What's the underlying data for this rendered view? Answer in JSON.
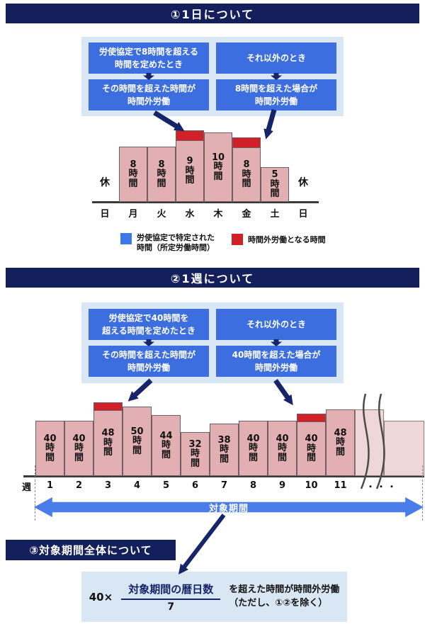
{
  "colors": {
    "header_navy": "#141f5c",
    "flow_box_blue": "#3d6edf",
    "flow_container_blue": "#d9e6f3",
    "bar_pink": "#e2b0b3",
    "bar_faded_pink": "#efd7d8",
    "overtime_red": "#cf2127",
    "range_arrow_blue": "#4a7de9",
    "arrow_navy": "#16246a",
    "legend_blue": "#3d78e8"
  },
  "sections": {
    "daily": {
      "title": "①1日について",
      "flow": {
        "top_left": "労使協定で8時間を超える\n時間を定めたとき",
        "top_right": "それ以外のとき",
        "bottom_left": "その時間を超えた時間が\n時間外労働",
        "bottom_right": "8時間を超えた場合が\n時間外労働"
      }
    },
    "weekly": {
      "title": "②1週について",
      "flow": {
        "top_left": "労使協定で40時間を\n超える時間を定めたとき",
        "top_right": "それ以外のとき",
        "bottom_left": "その時間を超えた時間が\n時間外労働",
        "bottom_right": "40時間を超えた場合が\n時間外労働"
      }
    },
    "period": {
      "title": "③対象期間全体について",
      "formula": {
        "prefix": "40×",
        "numerator": "対象期間の暦日数",
        "denominator": "7",
        "suffix": "を超えた時間が時間外労働\n（ただし、①②を除く）"
      }
    }
  },
  "legend": {
    "specified": {
      "label": "労使協定で特定された\n時間（所定労働時間）"
    },
    "overtime": {
      "label": "時間外労働となる時間"
    }
  },
  "chart_data": [
    {
      "type": "bar",
      "title": "1日の労働時間（曜日別）",
      "categories": [
        "日",
        "月",
        "火",
        "水",
        "木",
        "金",
        "土",
        "日"
      ],
      "values": [
        null,
        8,
        8,
        9,
        10,
        8,
        5,
        null
      ],
      "bar_labels": [
        "休",
        "8時間",
        "8時間",
        "9時間",
        "10時間",
        "8時間",
        "5時間",
        "休"
      ],
      "unit": "時間",
      "rest_label": "休",
      "overtime": [
        false,
        false,
        false,
        true,
        false,
        true,
        false,
        false
      ],
      "ylim_hours": [
        0,
        10
      ],
      "grid": false
    },
    {
      "type": "bar",
      "title": "1週の労働時間（週別）",
      "x_axis_title": "週",
      "categories": [
        "1",
        "2",
        "3",
        "4",
        "5",
        "6",
        "7",
        "8",
        "9",
        "10",
        "11"
      ],
      "values": [
        40,
        40,
        48,
        50,
        44,
        32,
        38,
        40,
        40,
        40,
        48
      ],
      "bar_labels": [
        "40時間",
        "40時間",
        "48時間",
        "50時間",
        "44時間",
        "32時間",
        "38時間",
        "40時間",
        "40時間",
        "40時間",
        "48時間"
      ],
      "unit": "時間",
      "overtime": [
        false,
        false,
        true,
        false,
        false,
        false,
        false,
        false,
        false,
        true,
        false
      ],
      "continuation": "・・・",
      "range_label": "対象期間",
      "ylim_hours": [
        0,
        50
      ],
      "grid": false
    }
  ]
}
